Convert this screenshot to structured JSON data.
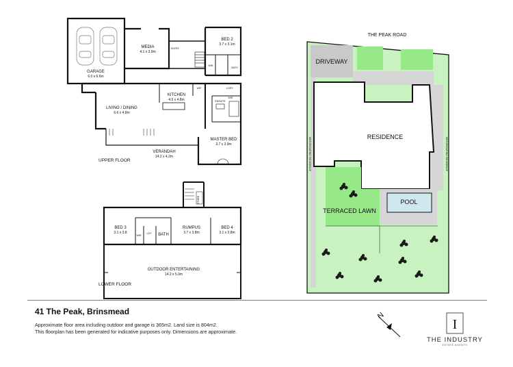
{
  "floorplan": {
    "upper_floor_label": "UPPER FLOOR",
    "lower_floor_label": "LOWER FLOOR",
    "rooms": {
      "garage": {
        "name": "GARAGE",
        "dim": "6.0 x 6.6m"
      },
      "media": {
        "name": "MEDIA",
        "dim": "4.1 x 3.9m"
      },
      "entry": {
        "name": "ENTRY"
      },
      "bed2": {
        "name": "BED 2",
        "dim": "3.7 x 3.1m"
      },
      "bath_upper": {
        "name": "BATH"
      },
      "wir_upper": {
        "name": "WIR"
      },
      "kitchen": {
        "name": "KITCHEN",
        "dim": "4.5 x 4.8m"
      },
      "wip": {
        "name": "WIP"
      },
      "ldry": {
        "name": "LDRY"
      },
      "living": {
        "name": "LIVING / DINING",
        "dim": "6.6 x 4.8m"
      },
      "ensuite": {
        "name": "ENSUITE"
      },
      "wir_master": {
        "name": "WIR"
      },
      "verandah": {
        "name": "VERANDAH",
        "dim": "14.2 x 4.2m"
      },
      "master": {
        "name": "MASTER BED",
        "dim": "3.7 x 3.9m"
      },
      "bed3": {
        "name": "BED 3",
        "dim": "3.1 x 3.8"
      },
      "wir_lower": {
        "name": "WIR"
      },
      "ldy_lower": {
        "name": "LDY"
      },
      "bath_lower": {
        "name": "BATH"
      },
      "rumpus": {
        "name": "RUMPUS",
        "dim": "3.7 x 3.8m"
      },
      "bed4": {
        "name": "BED 4",
        "dim": "3.1 x 3.8m"
      },
      "outdoor": {
        "name": "OUTDOOR ENTERTAINING",
        "dim": "14.2 x 5.0m"
      },
      "store": {
        "name": "STORE"
      }
    }
  },
  "site": {
    "road": "THE PEAK ROAD",
    "driveway": "DRIVEWAY",
    "residence": "RESIDENCE",
    "terraced_lawn": "TERRACED LAWN",
    "pool": "POOL",
    "side_left": "NEIGHBOURING RESIDENCE",
    "side_right": "NEIGHBOURING RESIDENCE"
  },
  "footer": {
    "address": "41 The Peak, Brinsmead",
    "line1": "Approximate floor area including outdoor and garage is 365m2. Land size is 804m2.",
    "line2": "This floorplan has been generated for indicative purposes only. Dimensions are approximate."
  },
  "compass": {
    "label": "N"
  },
  "brand": {
    "logo_letter": "I",
    "name": "THE INDUSTRY",
    "tagline": "ESTATE AGENTS"
  },
  "colors": {
    "lawn": "#c9f2c1",
    "lawn_bright": "#97e889",
    "pool": "#cfe8f0",
    "driveway": "#c9c9c9",
    "wall": "#111111",
    "tree": "#1a1a1a"
  }
}
